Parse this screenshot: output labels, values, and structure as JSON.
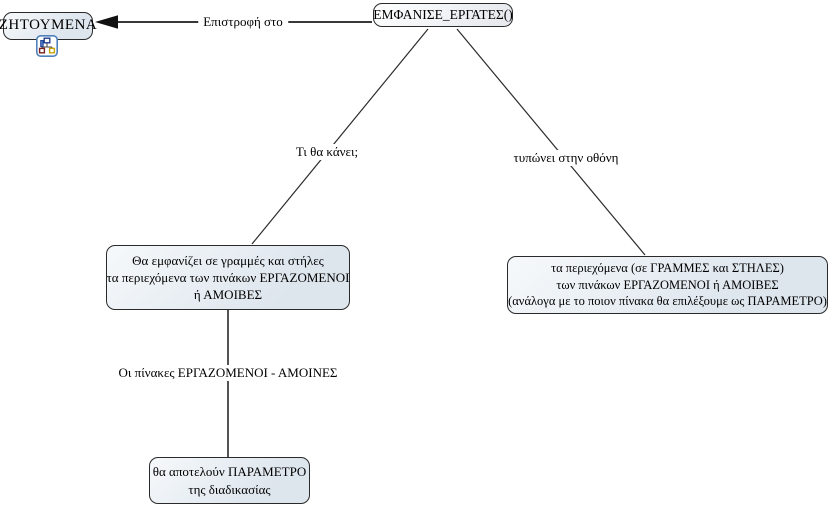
{
  "diagram": {
    "type": "concept-map",
    "colors": {
      "background": "#ffffff",
      "node_fill": "#dde5ed",
      "node_fill_light": "#eef1f4",
      "node_border": "#2a2a2a",
      "edge_line": "#1c1c1c",
      "icon_border": "#4f81bd"
    },
    "nodes": {
      "zitoumena": {
        "label": "ΖΗΤΟΥΜΕΝΑ"
      },
      "emfanise": {
        "label": "ΕΜΦΑΝΙΣΕ_ΕΡΓΑΤΕΣ()"
      },
      "left_action": {
        "lines": [
          "Θα εμφανίζει σε γραμμές και στήλες",
          "τα περιεχόμενα των πινάκων ΕΡΓΑΖΟΜΕΝΟΙ",
          "ή ΑΜΟΙΒΕΣ"
        ]
      },
      "right_action": {
        "lines": [
          "τα περιεχόμενα (σε ΓΡΑΜΜΕΣ και ΣΤΗΛΕΣ)",
          "των πινάκων ΕΡΓΑΖΟΜΕΝΟΙ ή ΑΜΟΙΒΕΣ",
          "(ανάλογα με το ποιον πίνακα θα επιλέξουμε ως ΠΑΡΑΜΕΤΡΟ)"
        ]
      },
      "parameter": {
        "lines": [
          "θα αποτελούν ΠΑΡΑΜΕΤΡΟ",
          "της διαδικασίας"
        ]
      }
    },
    "edge_labels": {
      "return_to": "Επιστροφή στο",
      "what_does": "Τι θα κάνει;",
      "prints": "τυπώνει στην οθόνη",
      "tables": "Οι πίνακες ΕΡΓΑΖΟΜΕΝΟΙ - ΑΜΟΙΝΕΣ"
    },
    "icons": {
      "resource": "concept-map-resource-icon"
    }
  }
}
